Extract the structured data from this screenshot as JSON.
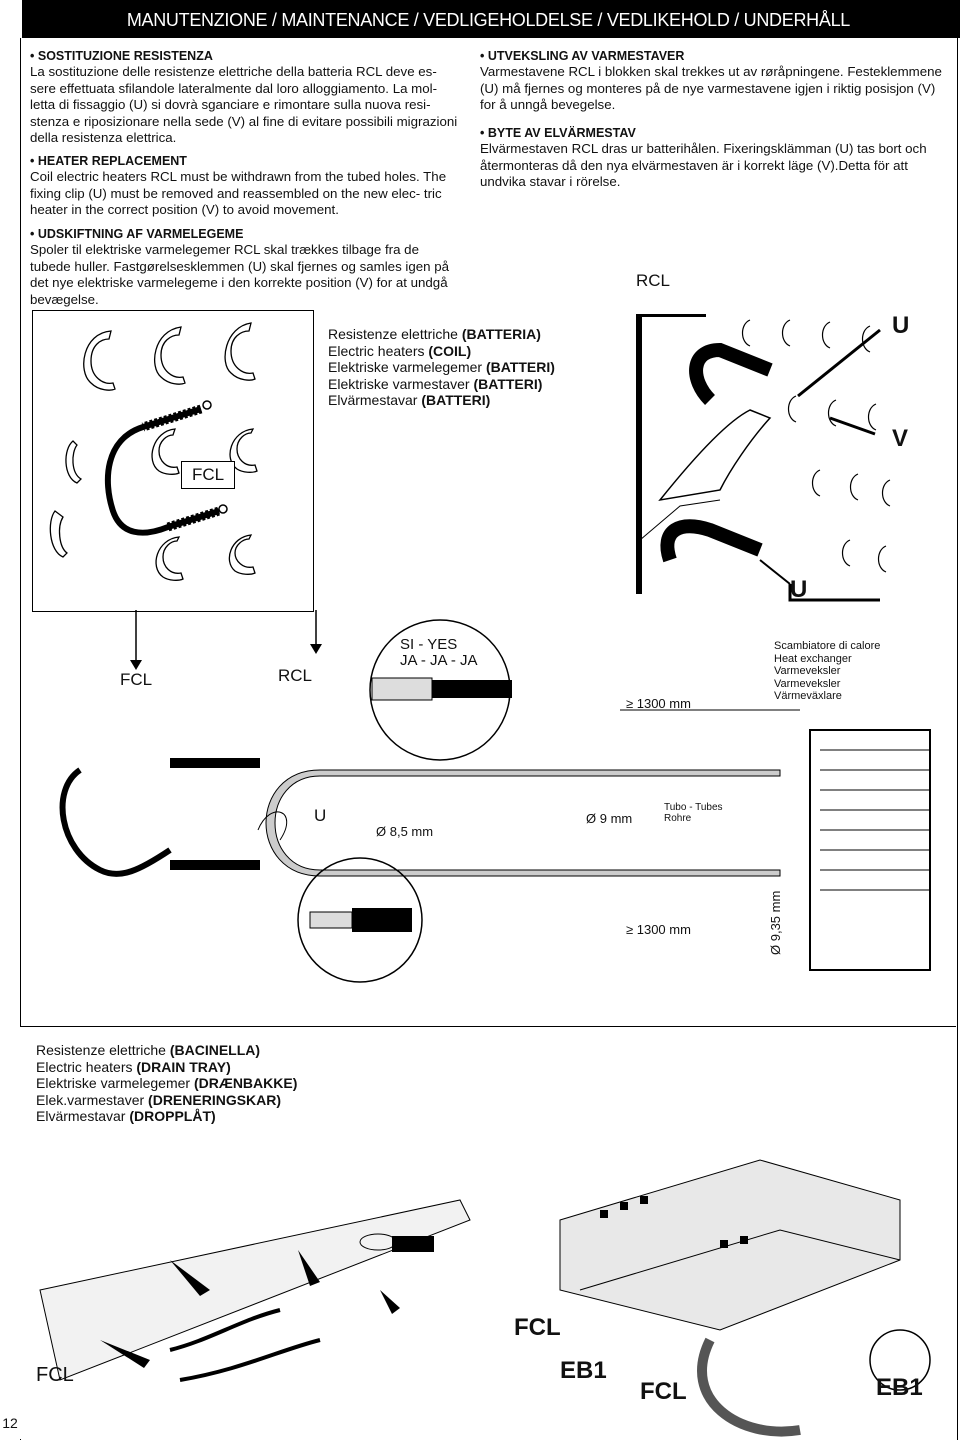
{
  "header": {
    "title": "MANUTENZIONE / MAINTENANCE / VEDLIGEHOLDELSE / VEDLIKEHOLD / UNDERHÅLL"
  },
  "sections": {
    "it": {
      "heading": "SOSTITUZIONE RESISTENZA",
      "body": "La sostituzione delle resistenze elettriche della batteria RCL deve es- sere effettuata sfilandole lateralmente dal loro alloggiamento. La mol- letta di fissaggio (U) si dovrà sganciare e rimontare sulla nuova resi- stenza e riposizionare nella sede (V) al fine di evitare possibili migrazioni della resistenza elettrica."
    },
    "en": {
      "heading": "HEATER REPLACEMENT",
      "body": "Coil electric heaters RCL must be withdrawn from the tubed holes. The fixing clip (U) must be removed and reassembled on the new elec- tric heater in the correct position (V) to avoid movement."
    },
    "dk": {
      "heading": "UDSKIFTNING AF VARMELEGEME",
      "body": "Spoler til elektriske varmelegemer RCL skal trækkes tilbage fra de tubede huller. Fastgørelsesklemmen (U) skal fjernes og samles igen på det nye elektriske varmelegeme i den korrekte position (V) for at undgå bevægelse."
    },
    "no": {
      "heading": "UTVEKSLING AV VARMESTAVER",
      "body": "Varmestavene RCL i blokken skal trekkes ut av røråpningene. Festeklemmene (U) må fjernes og monteres på de nye varmestavene igjen i riktig posisjon (V) for å unngå bevegelse."
    },
    "se": {
      "heading": "BYTE AV ELVÄRMESTAV",
      "body": "Elvärmestaven RCL dras ur batterihålen. Fixeringsklämman (U) tas bort och återmonteras då den nya elvärmestaven är i korrekt läge (V).Detta  för att undvika stavar i rörelse."
    }
  },
  "labels": {
    "rcl_top": "RCL",
    "fcl_box": "FCL",
    "u_top": "U",
    "v_top": "V",
    "u_bottom": "U",
    "fcl_mid": "FCL",
    "rcl_mid": "RCL",
    "si_yes": "SI - YES",
    "ja": "JA - JA - JA",
    "len_1300_a": "≥ 1300 mm",
    "len_1300_b": "≥ 1300 mm",
    "u_mid": "U",
    "d_85": "Ø 8,5 mm",
    "d_9": "Ø 9 mm",
    "d_935": "Ø 9,35 mm",
    "tubes": [
      "Tubo  - Tubes",
      "Rohre"
    ],
    "exchanger": [
      "Scambiatore di calore",
      "Heat exchanger",
      "Varmeveksler",
      "Varmeveksler",
      "Värmeväxlare"
    ],
    "fcl_bl": "FCL",
    "fcl_b1": "FCL",
    "eb1_a": "EB1",
    "fcl_b2": "FCL",
    "eb1_b": "EB1"
  },
  "legend_coil": [
    {
      "text": "Resistenze elettriche ",
      "bold": "(BATTERIA)"
    },
    {
      "text": "Electric heaters  ",
      "bold": "(COIL)"
    },
    {
      "text": "Elektriske varmelegemer  ",
      "bold": "(BATTERI)"
    },
    {
      "text": "Elektriske varmestaver  ",
      "bold": "(BATTERI)"
    },
    {
      "text": "Elvärmestavar  ",
      "bold": "(BATTERI)"
    }
  ],
  "legend_tray": [
    {
      "text": "Resistenze elettriche  ",
      "bold": "(BACINELLA)"
    },
    {
      "text": "Electric heaters  ",
      "bold": "(DRAIN TRAY)"
    },
    {
      "text": "Elektriske varmelegemer ",
      "bold": "(DRÆNBAKKE)"
    },
    {
      "text": "Elek.varmestaver ",
      "bold": "(DRENERINGSKAR)"
    },
    {
      "text": "Elvärmestavar  ",
      "bold": "(DROPPLÅT)"
    }
  ],
  "page_number": "12"
}
